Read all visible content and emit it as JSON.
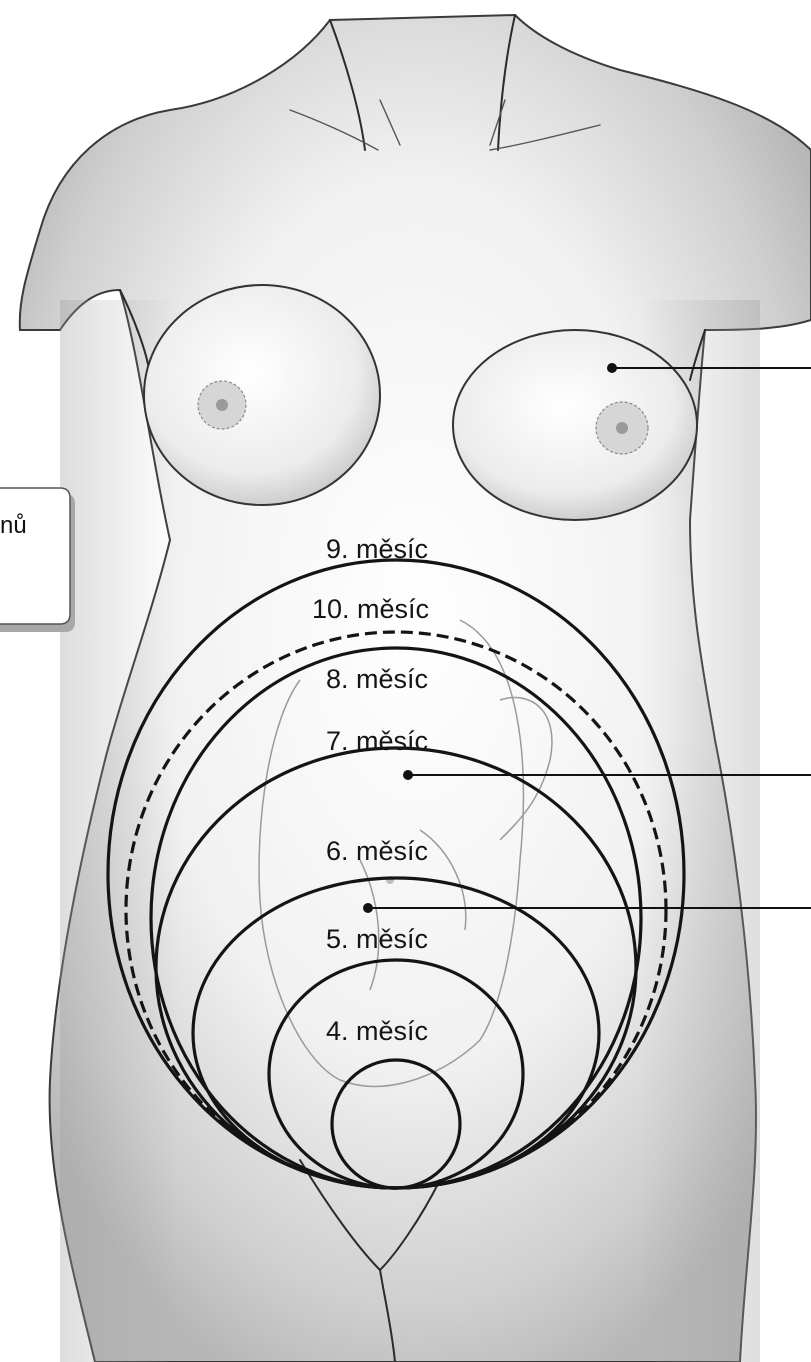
{
  "callout_box": {
    "text_fragment": "nů"
  },
  "month_labels": [
    "9. měsíc",
    "10. měsíc",
    "8. měsíc",
    "7. měsíc",
    "6. měsíc",
    "5. měsíc",
    "4. měsíc"
  ],
  "pointers": [
    "breast-pointer",
    "uterus-pointer-upper",
    "uterus-pointer-lower"
  ],
  "colors": {
    "line": "#141414",
    "body_shade": "#d7d7d7",
    "background": "#ffffff"
  }
}
